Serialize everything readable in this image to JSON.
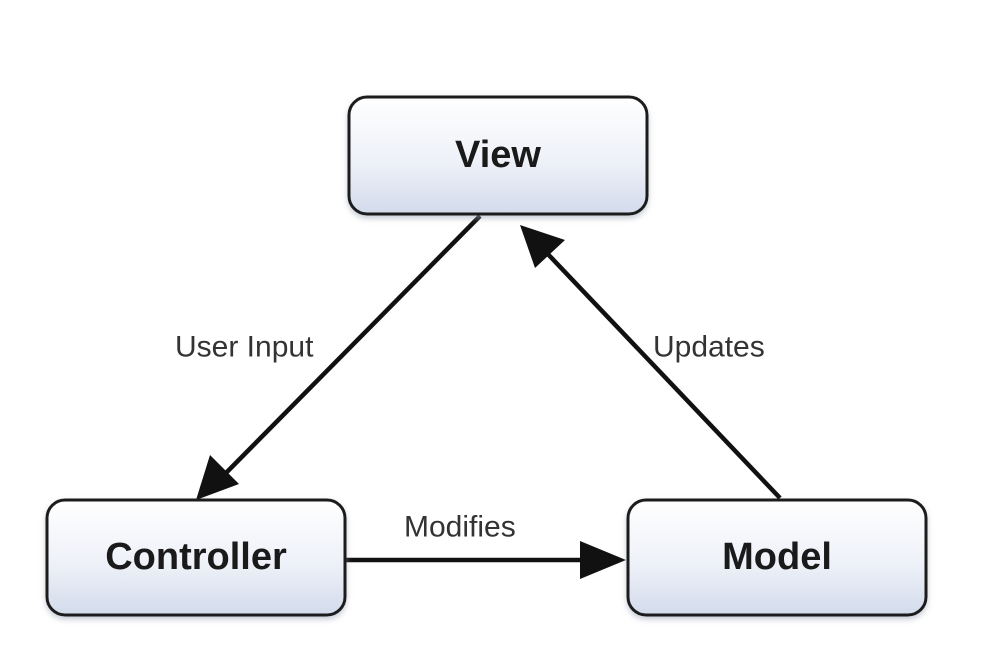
{
  "nodes": {
    "view": {
      "label": "View"
    },
    "controller": {
      "label": "Controller"
    },
    "model": {
      "label": "Model"
    }
  },
  "edges": {
    "user_input": {
      "label": "User Input",
      "from": "View",
      "to": "Controller"
    },
    "updates": {
      "label": "Updates",
      "from": "Model",
      "to": "View"
    },
    "modifies": {
      "label": "Modifies",
      "from": "Controller",
      "to": "Model"
    }
  },
  "colors": {
    "box_fill_top": "#ffffff",
    "box_fill_bottom": "#d9e0ee",
    "stroke": "#1f1f1f",
    "arrow": "#111111"
  }
}
